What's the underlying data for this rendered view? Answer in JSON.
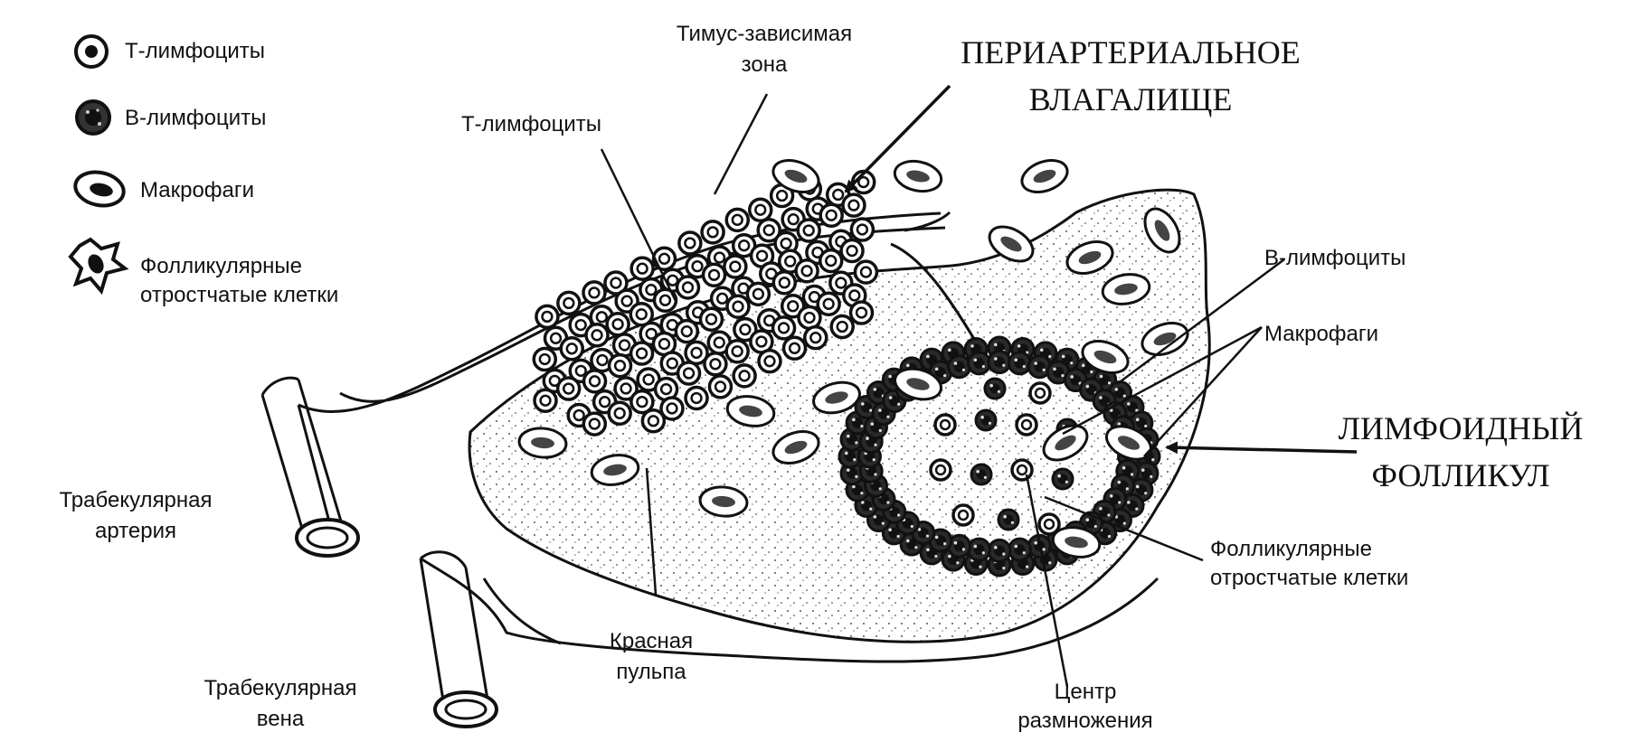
{
  "legend": {
    "t_lymphocytes": "Т-лимфоциты",
    "b_lymphocytes": "В-лимфоциты",
    "macrophages": "Макрофаги",
    "follicular_cells_line1": "Фолликулярные",
    "follicular_cells_line2": "отростчатые клетки"
  },
  "labels": {
    "thymus_zone_line1": "Тимус-зависимая",
    "thymus_zone_line2": "зона",
    "t_lymphocytes": "Т-лимфоциты",
    "periarterial_line1": "ПЕРИАРТЕРИАЛЬНОЕ",
    "periarterial_line2": "ВЛАГАЛИЩЕ",
    "b_lymphocytes": "В-лимфоциты",
    "macrophages": "Макрофаги",
    "follicle_line1": "ЛИМФОИДНЫЙ",
    "follicle_line2": "ФОЛЛИКУЛ",
    "follicular_cells_line1": "Фолликулярные",
    "follicular_cells_line2": "отростчатые клетки",
    "germinal_center_line1": "Центр",
    "germinal_center_line2": "размножения",
    "red_pulp_line1": "Красная",
    "red_pulp_line2": "пульпа",
    "trab_artery_line1": "Трабекулярная",
    "trab_artery_line2": "артерия",
    "trab_vein_line1": "Трабекулярная",
    "trab_vein_line2": "вена"
  },
  "colors": {
    "ink": "#111111",
    "paper": "#ffffff"
  },
  "icons": [
    "t-lymphocyte-icon",
    "b-lymphocyte-icon",
    "macrophage-icon",
    "follicular-cell-icon"
  ]
}
